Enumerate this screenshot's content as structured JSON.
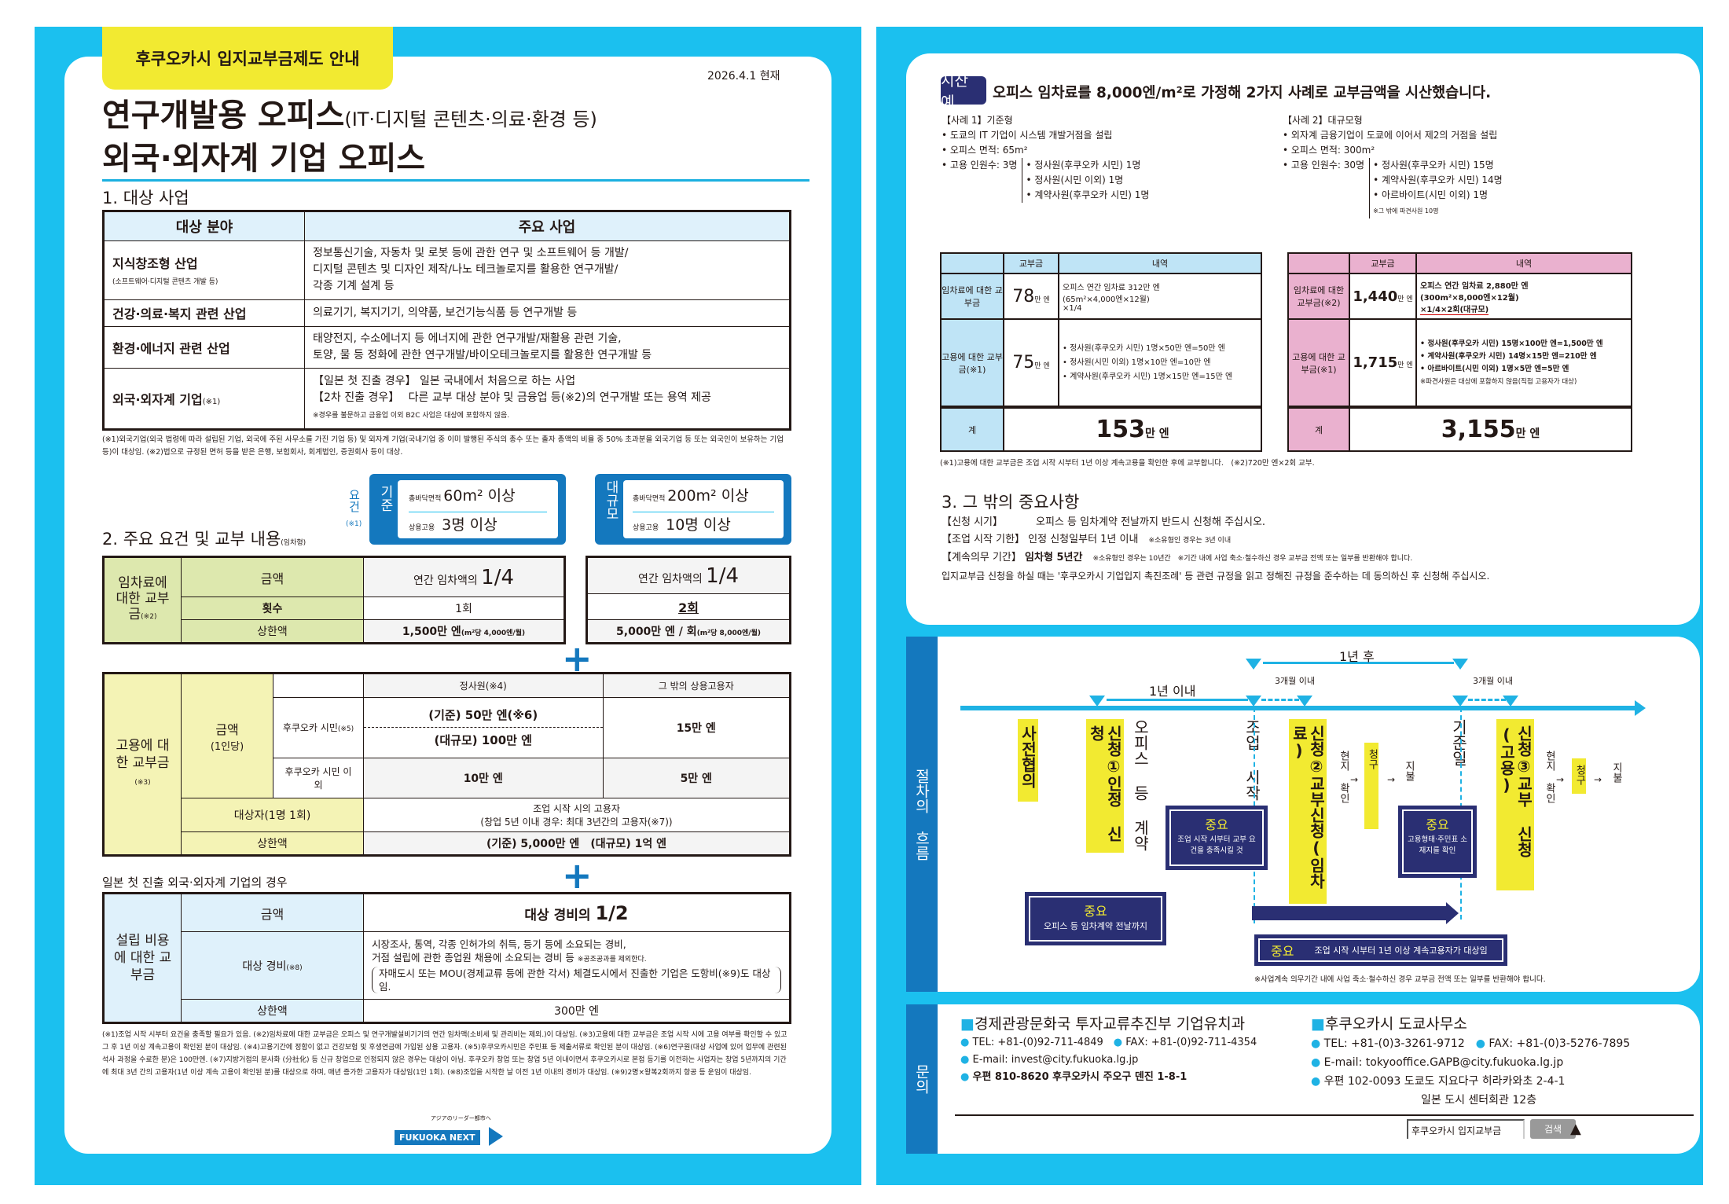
{
  "left": {
    "tab_label": "후쿠오카시 입지교부금제도 안내",
    "date": "2026.4.1 현재",
    "title1": "연구개발용 오피스",
    "title1_sub": "(IT·디지털 콘텐츠·의료·환경 등)",
    "title2": "외국·외자계 기업 오피스",
    "s1": {
      "heading": "1. 대상 사업",
      "col1": "대상 분야",
      "col2": "주요 사업",
      "rows": [
        {
          "field": "지식창조형 산업",
          "field_note": "(소프트웨어·디지털 콘텐츠 개발 등)",
          "desc": [
            "정보통신기술, 자동차 및 로봇 등에 관한 연구 및 소프트웨어 등 개발/",
            "디지털 콘텐츠 및 디자인 제작/나노 테크놀로지를 활용한 연구개발/",
            "각종 기계 설계 등"
          ]
        },
        {
          "field": "건강·의료·복지 관련 산업",
          "desc": [
            "의료기기, 복지기기, 의약품, 보건기능식품 등 연구개발 등"
          ]
        },
        {
          "field": "환경·에너지 관련 산업",
          "desc": [
            "태양전지, 수소에너지 등 에너지에 관한 연구개발/재활용 관련 기술,",
            "토양, 물 등 정화에 관한 연구개발/바이오테크놀로지를 활용한 연구개발 등"
          ]
        },
        {
          "field": "외국·외자계 기업",
          "field_note": "(※1)",
          "desc": [
            "【일본 첫 진출 경우】 일본 국내에서 처음으로 하는 사업",
            "【2차 진출 경우】　 다른 교부 대상 분야 및 금융업 등(※2)의 연구개발 또는 용역 제공"
          ],
          "desc_note": "※경우를 불문하고 금융업 이외 B2C 사업은 대상에 포함하지 않음."
        }
      ],
      "footnote": "(※1)외국기업(외국 법령에 따라 설립된 기업, 외국에 주된 사무소를 가진 기업 등) 및 외자계 기업(국내기업 중 이미 발행된 주식의 총수 또는 출자 총액의 비율 중 50% 초과분을 외국기업 등 또는 외국인이 보유하는 기업 등)이 대상임. (※2)법으로 규정된 면허 등을 받은 은행, 보험회사, 회계법인, 증권회사 등이 대상."
    },
    "s2": {
      "heading": "2. 주요 요건 및 교부 내용",
      "heading_note": "(임차형)",
      "req_label": "요건",
      "req_note": "(※1)",
      "std": {
        "tag": "기준",
        "area_label": "총바닥면적",
        "area": "60m² 이상",
        "emp_label": "상용고용",
        "emp": "3명 이상"
      },
      "large": {
        "tag": "대규모",
        "area_label": "총바닥면적",
        "area": "200m² 이상",
        "emp_label": "상용고용",
        "emp": "10명 이상"
      },
      "rent": {
        "label": "임차료에 대한 교부금",
        "label_note": "(※2)",
        "amount_label": "금액",
        "count_label": "횟수",
        "cap_label": "상한액",
        "std_amount_pre": "연간 임차액의",
        "std_amount": "1/4",
        "std_count": "1회",
        "std_cap": "1,500만 엔",
        "std_cap_note": "(m²당 4,000엔/월)",
        "large_amount_pre": "연간 임차액의",
        "large_amount": "1/4",
        "large_count": "2회",
        "large_cap": "5,000만 엔 / 회",
        "large_cap_note": "(m²당 8,000엔/월)"
      },
      "emp": {
        "label": "고용에 대한 교부금",
        "label_note": "(※3)",
        "amount_label": "금액",
        "amount_sub": "(1인당)",
        "col_regular": "정사원(※4)",
        "col_other": "그 밖의 상용고용자",
        "citizen": "후쿠오카 시민",
        "citizen_note": "(※5)",
        "citizen_std": "(기준) 50만 엔(※6)",
        "citizen_large": "(대규모) 100만 엔",
        "citizen_other": "15만 엔",
        "noncitizen": "후쿠오카 시민 이외",
        "noncitizen_regular": "10만 엔",
        "noncitizen_other": "5만 엔",
        "target_label": "대상자(1명 1회)",
        "target1": "조업 시작 시의 고용자",
        "target2": "(창업 5년 이내 경우: 최대 3년간의 고용자(※7))",
        "cap_label": "상한액",
        "cap": "(기준) 5,000만 엔　(대규모) 1억 엔"
      }
    },
    "s3": {
      "heading": "일본 첫 진출 외국·외자계 기업의 경우",
      "label": "설립 비용에 대한 교부금",
      "amount_label": "금액",
      "amount_pre": "대상 경비의",
      "amount": "1/2",
      "exp_label": "대상 경비",
      "exp_note": "(※8)",
      "exp1": "시장조사, 통역, 각종 인허가의 취득, 등기 등에 소요되는 경비,",
      "exp2": "거점 설립에 관한 종업원 채용에 소요되는 경비 등",
      "exp2_note": "※공조공과를 제외한다.",
      "exp3": "자매도시 또는 MOU(경제교류 등에 관한 각서) 체결도시에서 진출한 기업은 도항비(※9)도 대상임.",
      "cap_label": "상한액",
      "cap": "300만 엔"
    },
    "footnote2": "(※1)조업 시작 시부터 요건을 충족할 필요가 있음. (※2)임차료에 대한 교부금은 오피스 및 연구개발설비기기의 연간 임차액(소비세 및 관리비는 제외.)이 대상임. (※3)고용에 대한 교부금은 조업 시작 시에 고용 여부를 확인할 수 있고 그 후 1년 이상 계속고용이 확인된 분이 대상임. (※4)고용기간에 정함이 없고 건강보험 및 후생연금에 가입된 상용 고용자. (※5)후쿠오카시민은 주민표 등 제출서류로 확인된 분이 대상임. (※6)연구원(대상 사업에 있어 업무에 관련된 석사 과정을 수료한 분)은 100만엔. (※7)지방거점의 분사화 (分社化) 등 신규 창업으로 인정되지 않은 경우는 대상이 아님. 후쿠오카 창업 또는 창업 5년 이내이면서 후쿠오카시로 본점 등기를 이전하는 사업자는 창업 5년까지의 기간에 최대 3년 간의 고용자(1년 이상 계속 고용이 확인된 분)를 대상으로 하며, 매년 증가한 고용자가 대상임(1인 1회). (※8)조업을 시작한 날 이전 1년 이내의 경비가 대상임. (※9)2명×왕복2회까지 항공 등 운임이 대상임.",
    "logo": {
      "text": "FUKUOKA NEXT",
      "tagline": "アジアのリーダー都市へ"
    }
  },
  "right": {
    "badge": "시산 예",
    "headline": "오피스 임차료를 8,000엔/m²로 가정해 2가지 사례로 교부금액을 시산했습니다.",
    "case1": {
      "title": "【사례 1】기준형",
      "b1": "• 도쿄의 IT 기업이 시스템 개발거점을 설립",
      "b2": "• 오피스 면적: 65m²",
      "b3": "• 고용 인원수: 3명",
      "staff": [
        "• 정사원(후쿠오카 시민) 1명",
        "• 정사원(시민 이외) 1명",
        "• 계약사원(후쿠오카 시민) 1명"
      ],
      "th1": "교부금",
      "th2": "내역",
      "r1_label": "임차료에 대한 교부금",
      "r1_amt": "78",
      "unit": "만 엔",
      "r1_desc": [
        "오피스 연간 임차료 312만 엔",
        "(65m²×4,000엔×12월)",
        "×1/4"
      ],
      "r2_label": "고용에 대한 교부금(※1)",
      "r2_amt": "75",
      "r2_desc": [
        "• 정사원(후쿠오카 시민) 1명×50만 엔=50만 엔",
        "• 정사원(시민 이외) 1명×10만 엔=10만 엔",
        "• 계약사원(후쿠오카 시민) 1명×15만 엔=15만 엔"
      ],
      "total_label": "계",
      "total": "153"
    },
    "case2": {
      "title": "【사례 2】대규모형",
      "b1": "• 외자계 금융기업이 도쿄에 이어서 제2의 거점을 설립",
      "b2": "• 오피스 면적: 300m²",
      "b3": "• 고용 인원수: 30명",
      "staff": [
        "• 정사원(후쿠오카 시민) 15명",
        "• 계약사원(후쿠오카 시민) 14명",
        "• 아르바이트(시민 이외) 1명"
      ],
      "staff_note": "※그 밖에 파견사원 10명",
      "th1": "교부금",
      "th2": "내역",
      "r1_label": "임차료에 대한 교부금(※2)",
      "r1_amt": "1,440",
      "unit": "만 엔",
      "r1_desc": [
        "오피스 연간 임차료 2,880만 엔",
        "(300m²×8,000엔×12월)",
        "×1/4×2회(대규모)"
      ],
      "r2_label": "고용에 대한 교부금(※1)",
      "r2_amt": "1,715",
      "r2_desc": [
        "• 정사원(후쿠오카 시민) 15명×100만 엔=1,500만 엔",
        "• 계약사원(후쿠오카 시민) 14명×15만 엔=210만 엔",
        "• 아르바이트(시민 이외) 1명×5만 엔=5만 엔"
      ],
      "r2_note": "※파견사원은 대상에 포함하지 않음(직접 고용자가 대상)",
      "total_label": "계",
      "total": "3,155"
    },
    "case_foot": "(※1)고용에 대한 교부금은 조업 시작 시부터 1년 이상 계속고용을 확인한 후에 교부합니다.　(※2)720만 엔×2회 교부.",
    "s3": {
      "heading": "3. 그 밖의 중요사항",
      "l1_label": "【신청 시기】",
      "l1": "오피스 등 임차계약 전날까지 반드시 신청해 주십시오.",
      "l2_label": "【조업 시작 기한】",
      "l2": "인정 신청일부터 1년 이내",
      "l2_note": "※소유형인 경우는 3년 이내",
      "l3_label": "【계속의무 기간】",
      "l3": "임차형 5년간",
      "l3_note": "※소유형인 경우는 10년간　※기간 내에 사업 축소·철수하신 경우 교부금 전액 또는 일부를 반환해야 합니다.",
      "l4": "입지교부금 신청을 하실 때는 '후쿠오카시 기업입지 촉진조례' 등 관련 규정을 읽고 정해진 규정을 준수하는 데 동의하신 후 신청해 주십시오."
    },
    "flow": {
      "side": "절차의 흐름",
      "after1y": "1년 후",
      "within1y": "1년 이내",
      "within3m": "3개월 이내",
      "pre": "사전협의",
      "app1": "신청①인정 신청",
      "contract": "오피스 등 계약",
      "start": "조업 시작",
      "app2": "신청②교부신청(임차료)",
      "check": "현지 확인",
      "claim": "청구",
      "pay": "지불",
      "base": "기준일",
      "app3": "신청③교부 신청(고용)",
      "arrow": "→",
      "imp": "중요",
      "imp1": "오피스 등 임차계약 전날까지",
      "imp2": "조업 시작 시부터 교부 요건을 충족시킬 것",
      "imp3": "고용형태·주민표 소재지를 확인",
      "imp4": "조업 시작 시부터 1년 이상 계속고용자가 대상임",
      "note": "※사업계속 의무기간 내에 사업 축소·철수하신 경우 교부금 전액 또는 일부를 반환해야 합니다."
    },
    "contact": {
      "side": "문의",
      "org1": "경제관광문화국 투자교류추진부 기업유치과",
      "tel1": "TEL: +81-(0)92-711-4849",
      "fax1": "FAX: +81-(0)92-711-4354",
      "mail1": "E-mail: invest@city.fukuoka.lg.jp",
      "addr1": "우편 810-8620 후쿠오카시 주오구 덴진 1-8-1",
      "org2": "후쿠오카시 도쿄사무소",
      "tel2": "TEL: +81-(0)3-3261-9712",
      "fax2": "FAX: +81-(0)3-5276-7895",
      "mail2": "E-mail: tokyooffice.GAPB@city.fukuoka.lg.jp",
      "addr2": "우편 102-0093 도쿄도 지요다구 히라카와초 2-4-1",
      "addr2b": "일본 도시 센터회관 12층",
      "search_value": "후쿠오카시 입지교부금",
      "search_button": "검색"
    },
    "colors": {
      "cyan": "#1bc0ef",
      "yellow": "#f2ea31",
      "navy": "#2a2f73",
      "pink": "#eab1cf",
      "lightblue": "#bfe4f6"
    }
  }
}
